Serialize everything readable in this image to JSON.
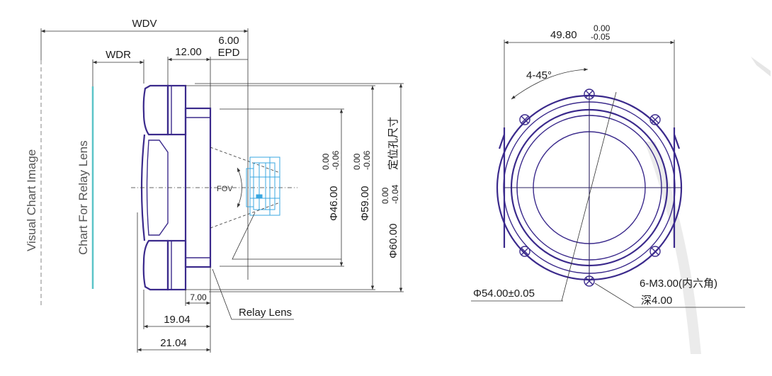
{
  "side_view": {
    "visual_chart_label": "Visual Chart Image",
    "relay_chart_label": "Chart For Relay Lens",
    "wdv": "WDV",
    "wdr": "WDR",
    "dim_12": "12.00",
    "epd_value": "6.00",
    "epd_label": "EPD",
    "fov": "FOV",
    "dia_46": "Φ46.00",
    "dia_46_tol_upper": "0.00",
    "dia_46_tol_lower": "-0.06",
    "dia_59": "Φ59.00",
    "dia_59_tol_upper": "0.00",
    "dia_59_tol_lower": "-0.06",
    "dia_60": "Φ60.00",
    "dia_60_tol_upper": "0.00",
    "dia_60_tol_lower": "-0.04",
    "locating_hole": "定位孔尺寸",
    "dim_7": "7.00",
    "dim_19": "19.04",
    "dim_21": "21.04",
    "relay_lens": "Relay Lens"
  },
  "front_view": {
    "width": "49.80",
    "width_tol_upper": "0.00",
    "width_tol_lower": "-0.05",
    "angle": "4-45°",
    "dia_54": "Φ54.00±0.05",
    "thread": "6-M3.00(内六角)",
    "depth": "深4.00"
  },
  "colors": {
    "lens_outline": "#3b2a8c",
    "relay_chart": "#5bc4c8",
    "relay_lens": "#3aa7e0"
  }
}
